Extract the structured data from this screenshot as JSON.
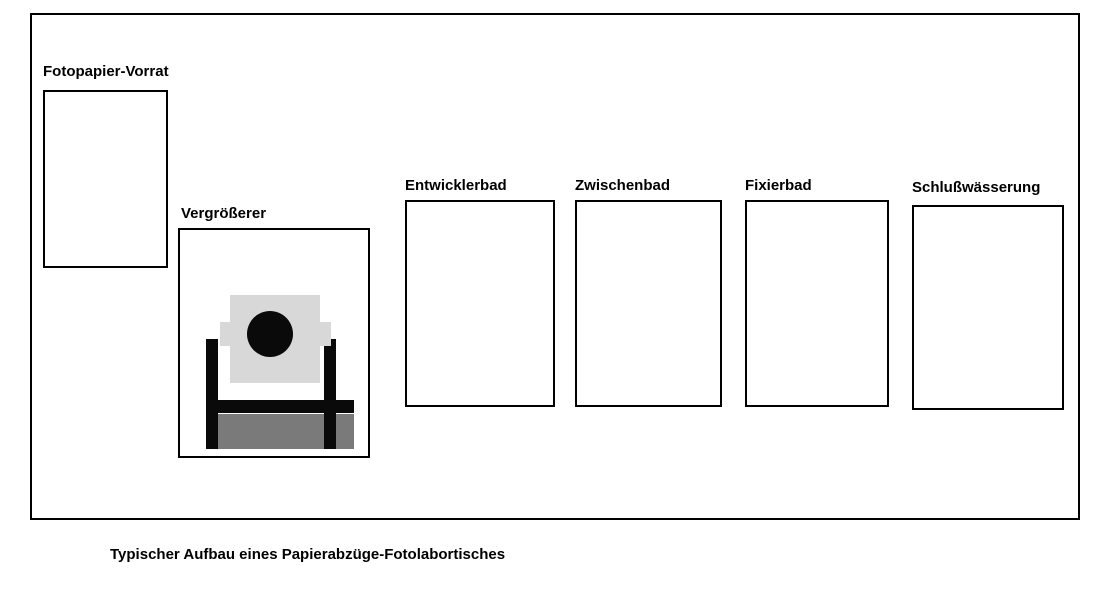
{
  "diagram": {
    "caption": "Typischer Aufbau eines Papierabzüge-Fotolabortisches",
    "stations": {
      "paper_supply": {
        "label": "Fotopapier-Vorrat"
      },
      "enlarger": {
        "label": "Vergrößerer"
      },
      "developer": {
        "label": "Entwicklerbad"
      },
      "stop_bath": {
        "label": "Zwischenbad"
      },
      "fixer": {
        "label": "Fixierbad"
      },
      "final_wash": {
        "label": "Schlußwässerung"
      }
    },
    "colors": {
      "outline": "#000000",
      "head_gray": "#d8d8d8",
      "base_gray": "#7a7a7a",
      "lens_black": "#0a0a0a"
    }
  }
}
